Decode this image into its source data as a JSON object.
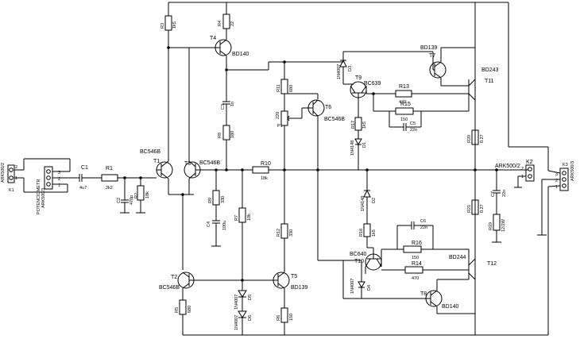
{
  "labels": {
    "k1_conn": "ARK500/2",
    "k1": "K1",
    "pot_conn": "ARK500/3",
    "pot_label": "POTENCIOMETR",
    "c1": "C1",
    "c1_val": "4u7",
    "r1": "R1",
    "r1_val": "2k2",
    "c2": "C2",
    "c2_val": "470p",
    "r2": "R2",
    "r2_val": "18k",
    "t1_type": "BC546B",
    "t1": "T1",
    "t3": "T3",
    "t3_type": "BC546B",
    "r3": "R3",
    "r3_val": "1k5",
    "r4": "R4",
    "r4_val": "22",
    "t4": "T4",
    "t4_type": "BD140",
    "c3": "C3",
    "c3_val": "1n",
    "r8": "R8",
    "r8_val": "180",
    "r9": "R9",
    "r9_val": "330",
    "c4": "C4",
    "c4_val": "100u",
    "r7": "R7",
    "r7_val": "10k",
    "r10": "R10",
    "r10_val": "18k",
    "r11": "R11",
    "r11_val": "680",
    "p1": "P1",
    "p1_val": "220",
    "t6": "T6",
    "t6_type": "BC546B",
    "r12": "R12",
    "r12_val": "330",
    "d3": "D3",
    "d3_type": "1N4007",
    "t9": "T9",
    "t9_type": "BC639",
    "r13": "R13",
    "r13_val": "470",
    "r15": "R15",
    "r15_val": "150",
    "c5": "C5",
    "c5_val": "22n",
    "r17": "R17",
    "r17_val": "1k5",
    "d1": "D1",
    "d1_type": "1N4148",
    "t7_type": "BD139",
    "t7": "T7",
    "t11_type": "BD243",
    "t11": "T11",
    "r20": "R20",
    "r20_val": "0.27",
    "k2_conn": "ARK500/2",
    "k2": "K2",
    "k3_conn": "ARK500/3",
    "k3": "K3",
    "c7": "C7",
    "c7_val": "22n",
    "r21": "R21",
    "r21_val": "0.27",
    "r19": "R19",
    "r19_val": "12/2W",
    "d2": "D2",
    "d2_type": "1N4148",
    "c6": "C6",
    "c6_val": "22n",
    "r18": "R18",
    "r18_val": "1k5",
    "r16": "R16",
    "r16_val": "150",
    "t10_type": "BC640",
    "t10": "T10",
    "r14": "R14",
    "r14_val": "470",
    "t12_type": "BD244",
    "t12": "T12",
    "d4": "D4",
    "d4_type": "1N4007",
    "t8": "T8",
    "t8_type": "BD140",
    "t2": "T2",
    "t2_type": "BC546B",
    "r5": "R5",
    "r5_val": "680",
    "t5": "T5",
    "t5_type": "BD139",
    "d5": "D5",
    "d5_type": "1N4007",
    "d6": "D6",
    "d6_type": "1N4007",
    "r6": "R6",
    "r6_val": "150",
    "pin1": "1",
    "pin2": "2",
    "pin3": "3"
  }
}
